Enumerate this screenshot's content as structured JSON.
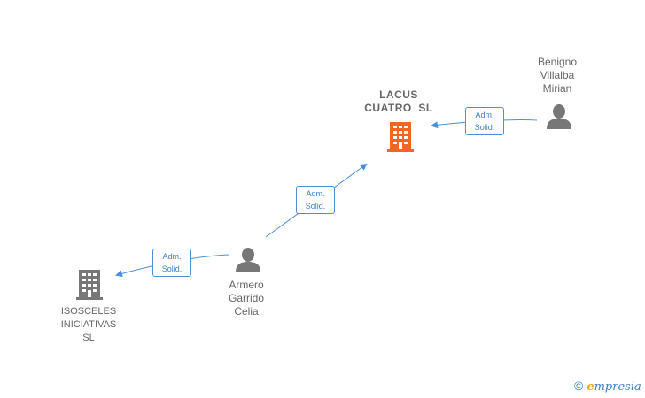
{
  "nodes": {
    "lacus": {
      "line1": "LACUS",
      "line2": "CUATRO  SL"
    },
    "isosceles": {
      "line1": "ISOSCELES",
      "line2": "INICIATIVAS",
      "line3": "SL"
    },
    "benigno": {
      "line1": "Benigno",
      "line2": "Villalba",
      "line3": "Mirian"
    },
    "armero": {
      "line1": "Armero",
      "line2": "Garrido",
      "line3": "Celia"
    }
  },
  "edges": {
    "benigno_lacus": {
      "line1": "Adm.",
      "line2": "Solid."
    },
    "armero_lacus": {
      "line1": "Adm.",
      "line2": "Solid."
    },
    "armero_isosceles": {
      "line1": "Adm.",
      "line2": "Solid."
    }
  },
  "footer": {
    "copyright": "©",
    "brand_e": "e",
    "brand_rest": "mpresia"
  },
  "colors": {
    "edge": "#4a90d9",
    "main_company": "#f26522",
    "company": "#777777",
    "person": "#777777"
  }
}
